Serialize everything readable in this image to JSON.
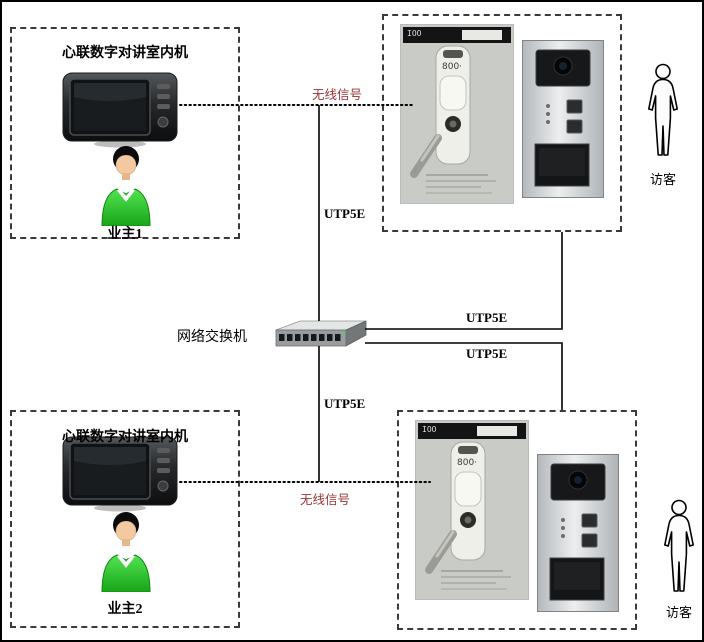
{
  "diagram": {
    "groups": {
      "owner1": {
        "title": "心联数字对讲室内机",
        "label": "业主1"
      },
      "owner2": {
        "title": "心联数字对讲室内机",
        "label": "业主2"
      },
      "visitor_top": {
        "label": "访客"
      },
      "visitor_bottom": {
        "label": "访客"
      }
    },
    "switch_label": "网络交换机",
    "links": {
      "wireless_top": "无线信号",
      "wireless_bottom": "无线信号",
      "utp5e_trunk_top": "UTP5E",
      "utp5e_trunk_bottom": "UTP5E",
      "utp5e_right_upper": "UTP5E",
      "utp5e_right_lower": "UTP5E"
    },
    "lock_photo": {
      "brand_text": "IOO",
      "model_text": "800·"
    },
    "colors": {
      "line": "#000000",
      "wireless_label": "#993333",
      "owner_shirt_green": "#2db92d",
      "panel_silver": "#c8cbce"
    }
  }
}
